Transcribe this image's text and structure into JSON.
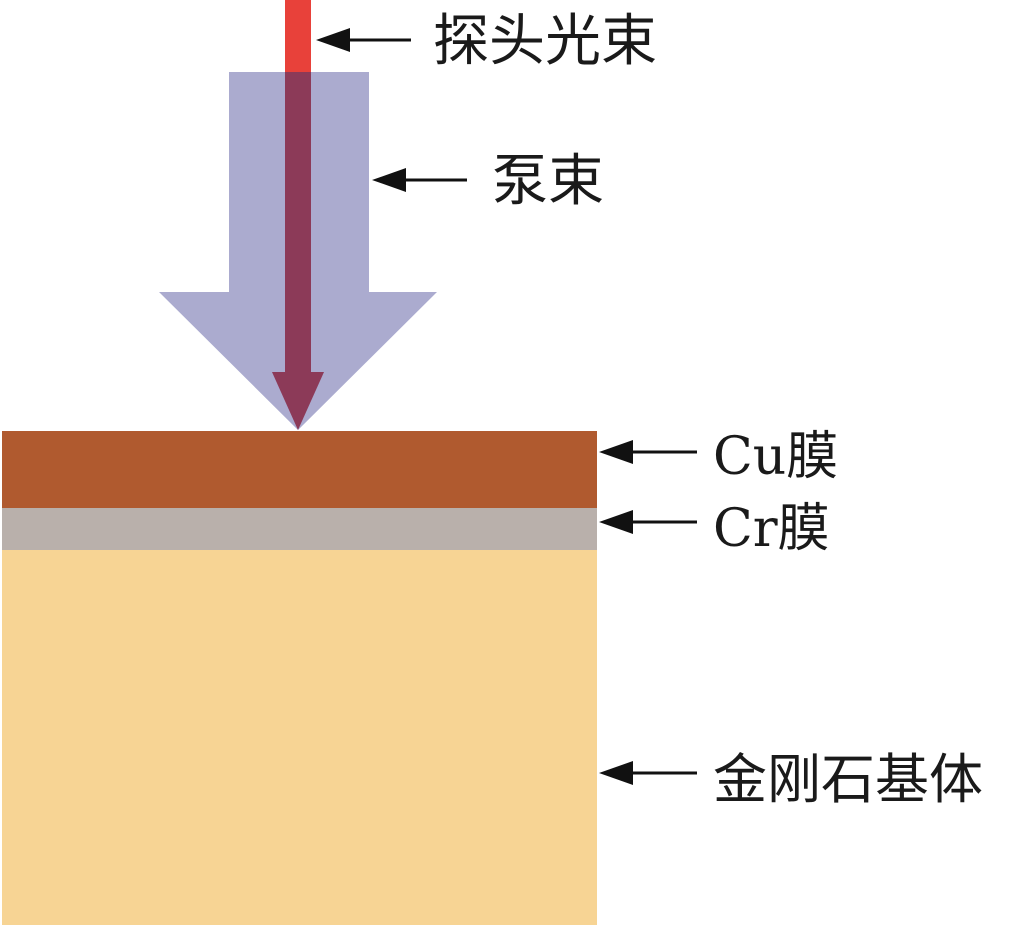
{
  "labels": {
    "probe_beam": "探头光束",
    "pump_beam": "泵束",
    "cu_film": "Cu膜",
    "cr_film": "Cr膜",
    "diamond_substrate": "金刚石基体"
  },
  "colors": {
    "probe_beam": "#e8413a",
    "probe_overlap": "#8c3a58",
    "pump_beam": "#a6a6cc",
    "cu_film": "#b05a2f",
    "cr_film": "#b9b0ab",
    "diamond_substrate": "#f7d494",
    "pointer_arrow": "#111111"
  }
}
